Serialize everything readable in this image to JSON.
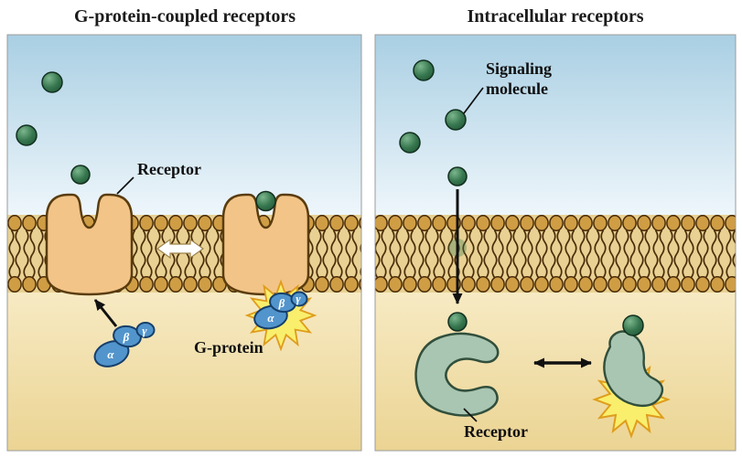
{
  "figure": {
    "left": {
      "title": "G-protein-coupled receptors",
      "receptor_label": "Receptor",
      "g_protein_label": "G-protein",
      "subunit_alpha": "α",
      "subunit_beta": "β",
      "subunit_gamma": "γ"
    },
    "right": {
      "title": "Intracellular receptors",
      "signaling_label_line1": "Signaling",
      "signaling_label_line2": "molecule",
      "receptor_label": "Receptor"
    }
  },
  "colors": {
    "extracellular_top": "#a9cfe3",
    "extracellular_bottom": "#eef6fb",
    "cytoplasm_top": "#f7eac3",
    "cytoplasm_bottom": "#ebd493",
    "lipid_head": "#cf9d44",
    "lipid_outline": "#4a2c08",
    "receptor_fill": "#f2c487",
    "receptor_outline": "#5a3c0e",
    "molecule_green": "#2f7048",
    "g_protein_fill": "#5295cc",
    "g_protein_outline": "#163f6b",
    "starburst_fill": "#f9ef6d",
    "starburst_outline": "#df9d1c",
    "intracellular_receptor_fill": "#a9c6b2",
    "intracellular_receptor_outline": "#314f3c",
    "arrow_black": "#111111"
  }
}
